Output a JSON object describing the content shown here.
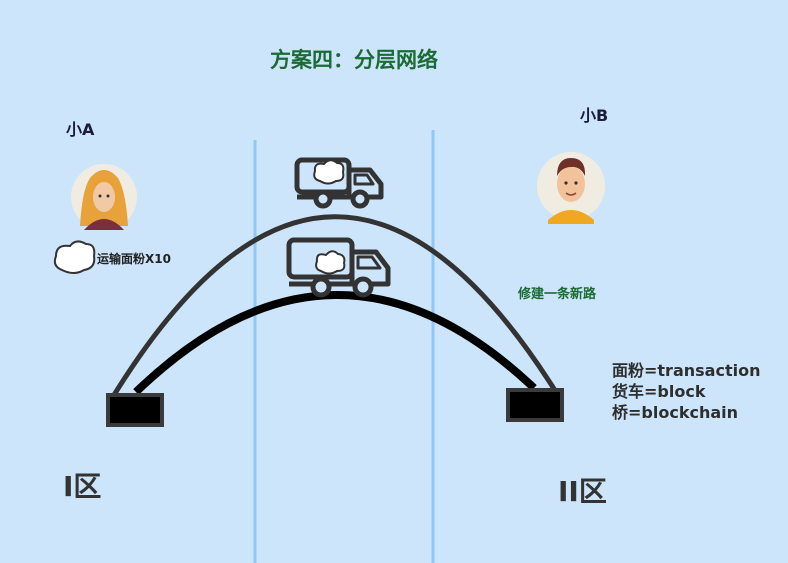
{
  "title": "方案四：分层网络",
  "person_a": {
    "name": "小A",
    "cargo_label": "运输面粉X10"
  },
  "person_b": {
    "name": "小B"
  },
  "new_road_label": "修建一条新路",
  "legend": [
    "面粉=transaction",
    "货车=block",
    "桥=blockchain"
  ],
  "zones": [
    "I区",
    "II区"
  ],
  "icons": {
    "person_a": "woman-avatar-icon",
    "person_b": "man-avatar-icon",
    "flour": "flour-cloud-icon",
    "truck": "delivery-truck-icon"
  },
  "colors": {
    "background": "#cde5fb",
    "title": "#1a6b34",
    "divider": "#8ec8f5",
    "bridge": "#000000",
    "road": "#333333"
  }
}
